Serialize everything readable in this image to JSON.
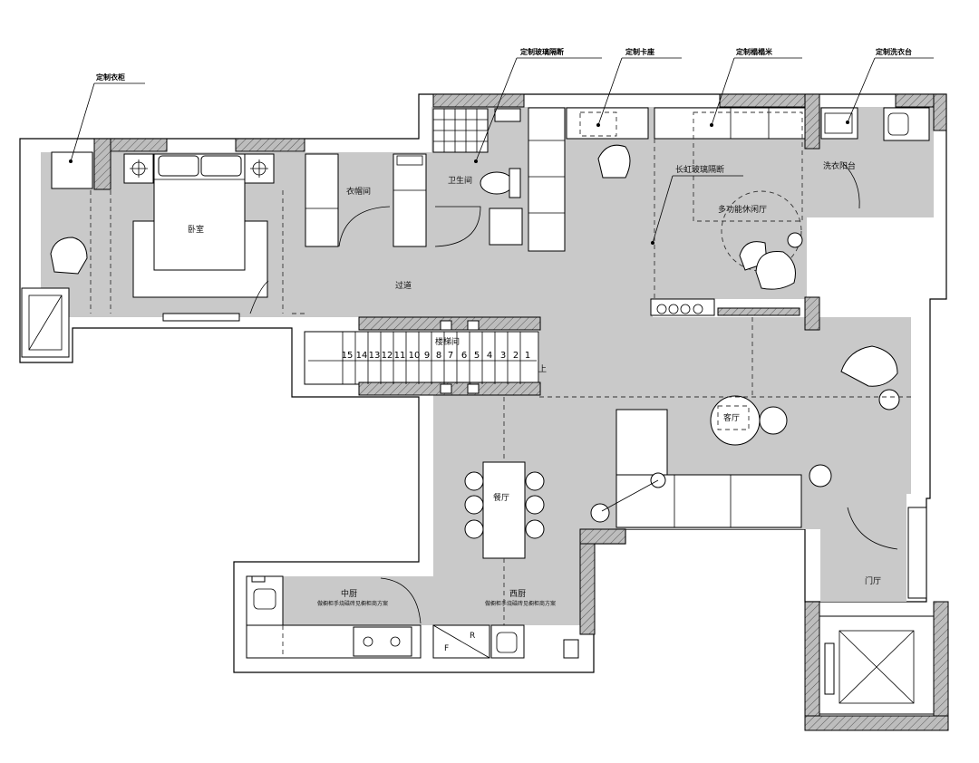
{
  "annotations": {
    "wardrobe": "定制衣柜",
    "glass_partition": "定制玻璃隔断",
    "card_seat": "定制卡座",
    "tatami_bed": "定制榻榻米",
    "laundry_cabinet": "定制洗衣台",
    "changhong_partition": "长虹玻璃隔断"
  },
  "rooms": {
    "bedroom": "卧室",
    "cloakroom": "衣帽间",
    "bathroom": "卫生间",
    "corridor": "过道",
    "stairs": "楼梯间",
    "multi_room": "多功能休闲厅",
    "laundry": "洗衣阳台",
    "living": "客厅",
    "dining": "餐厅",
    "chinese_kitchen": "中厨",
    "western_kitchen": "西厨",
    "entrance": "门厅"
  },
  "kitchen_notes": {
    "chinese": "做橱柜手烧磁砖见橱柜商方案",
    "western": "做橱柜手烧磁砖见橱柜商方案"
  },
  "stair_steps": [
    "15",
    "14",
    "13",
    "12",
    "11",
    "10",
    "9",
    "8",
    "7",
    "6",
    "5",
    "4",
    "3",
    "2",
    "1"
  ],
  "stair_direction": "上",
  "fridge_marks": {
    "r": "R",
    "f": "F"
  }
}
